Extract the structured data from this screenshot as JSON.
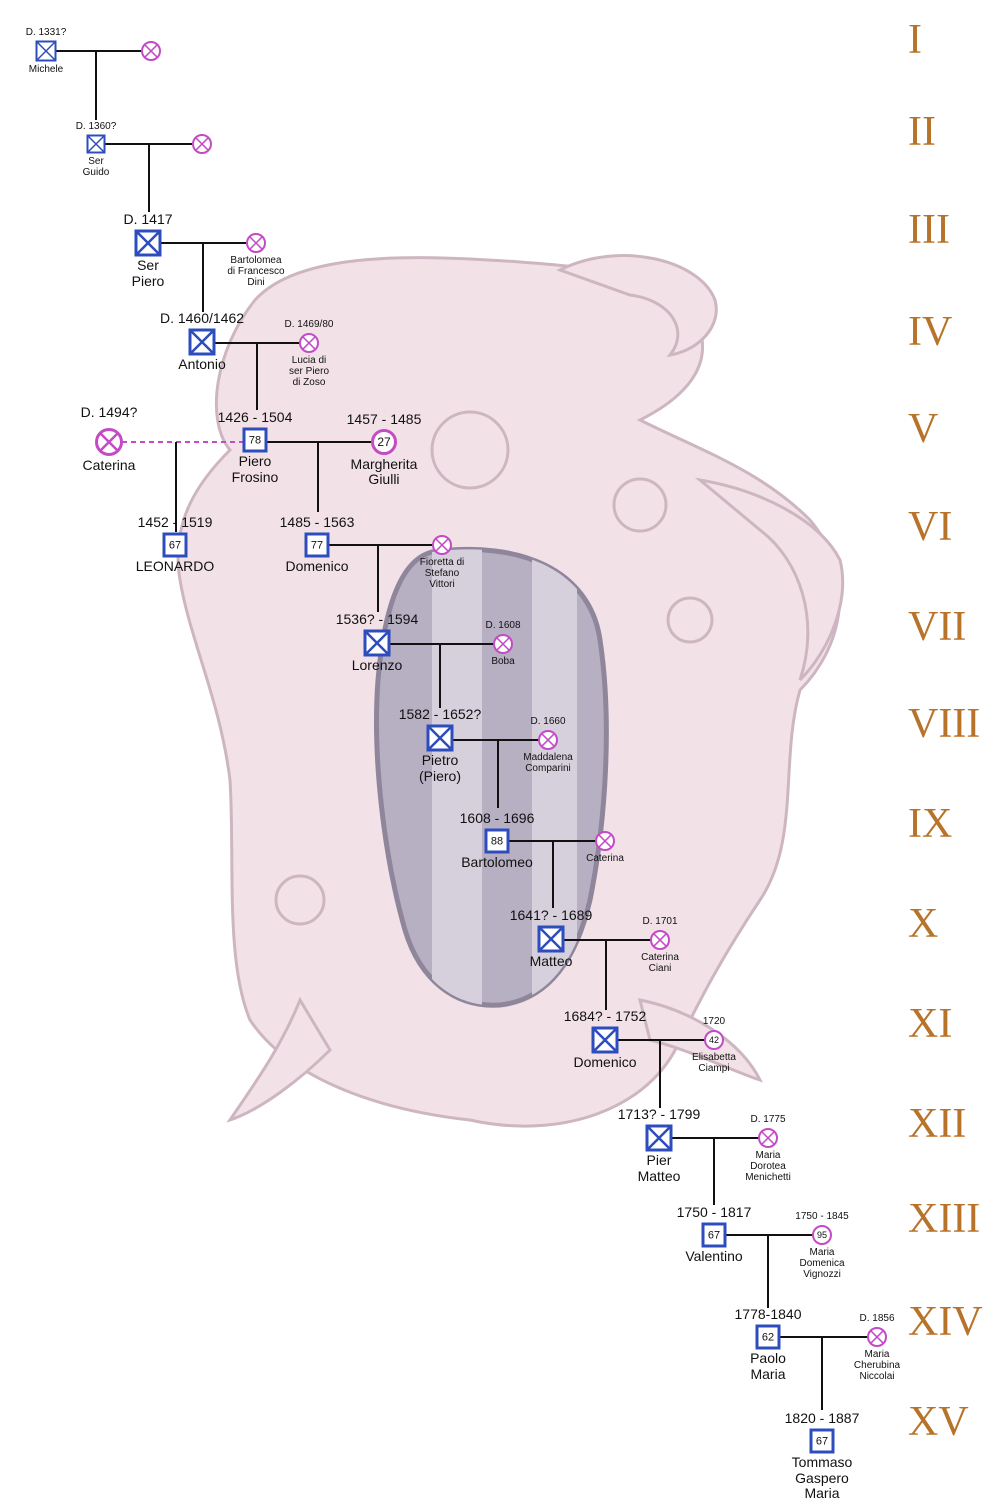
{
  "colors": {
    "male": "#2e4dbd",
    "female": "#c34bc6",
    "generation": "#b8732a",
    "line": "#111111",
    "crest_fill": "#f2e2e8",
    "crest_stroke": "#cdb6c1",
    "shield": "#b7afc2",
    "shield_stripe": "#d6cfdc"
  },
  "generations": [
    "I",
    "II",
    "III",
    "IV",
    "V",
    "VI",
    "VII",
    "VIII",
    "IX",
    "X",
    "XI",
    "XII",
    "XIII",
    "XIV",
    "XV"
  ],
  "people": [
    {
      "id": "michele",
      "sex": "m",
      "top": "D. 1331?",
      "name": "Michele",
      "age": ""
    },
    {
      "id": "w1",
      "sex": "f",
      "top": "",
      "name": "",
      "age": ""
    },
    {
      "id": "serguido",
      "sex": "m",
      "top": "D. 1360?",
      "name": "Ser\nGuido",
      "age": ""
    },
    {
      "id": "w2",
      "sex": "f",
      "top": "",
      "name": "",
      "age": ""
    },
    {
      "id": "serpiero",
      "sex": "m",
      "top": "D. 1417",
      "name": "Ser\nPiero",
      "age": ""
    },
    {
      "id": "bartolomea",
      "sex": "f",
      "top": "",
      "name": "Bartolomea\ndi Francesco\nDini",
      "age": ""
    },
    {
      "id": "antonio",
      "sex": "m",
      "top": "D. 1460/1462",
      "name": "Antonio",
      "age": ""
    },
    {
      "id": "lucia",
      "sex": "f",
      "top": "D. 1469/80",
      "name": "Lucia di\nser Piero\ndi Zoso",
      "age": ""
    },
    {
      "id": "caterina_v",
      "sex": "f",
      "top": "D. 1494?",
      "name": "Caterina",
      "age": ""
    },
    {
      "id": "pierofrosino",
      "sex": "m",
      "top": "1426 - 1504",
      "name": "Piero\nFrosino",
      "age": "78"
    },
    {
      "id": "margherita",
      "sex": "f",
      "top": "1457 - 1485",
      "name": "Margherita\nGiulli",
      "age": "27"
    },
    {
      "id": "leonardo",
      "sex": "m",
      "top": "1452 - 1519",
      "name": "LEONARDO",
      "age": "67"
    },
    {
      "id": "domenico_vi",
      "sex": "m",
      "top": "1485 - 1563",
      "name": "Domenico",
      "age": "77"
    },
    {
      "id": "fioretta",
      "sex": "f",
      "top": "",
      "name": "Fioretta di\nStefano\nVittori",
      "age": ""
    },
    {
      "id": "lorenzo",
      "sex": "m",
      "top": "1536? - 1594",
      "name": "Lorenzo",
      "age": ""
    },
    {
      "id": "boba",
      "sex": "f",
      "top": "D. 1608",
      "name": "Boba",
      "age": ""
    },
    {
      "id": "pietro",
      "sex": "m",
      "top": "1582 - 1652?",
      "name": "Pietro\n(Piero)",
      "age": ""
    },
    {
      "id": "maddalena",
      "sex": "f",
      "top": "D. 1660",
      "name": "Maddalena\nComparini",
      "age": ""
    },
    {
      "id": "bartolomeo",
      "sex": "m",
      "top": "1608 - 1696",
      "name": "Bartolomeo",
      "age": "88"
    },
    {
      "id": "caterina_ix",
      "sex": "f",
      "top": "",
      "name": "Caterina",
      "age": ""
    },
    {
      "id": "matteo",
      "sex": "m",
      "top": "1641? - 1689",
      "name": "Matteo",
      "age": ""
    },
    {
      "id": "caterinaciani",
      "sex": "f",
      "top": "D. 1701",
      "name": "Caterina\nCiani",
      "age": ""
    },
    {
      "id": "domenico_xi",
      "sex": "m",
      "top": "1684? - 1752",
      "name": "Domenico",
      "age": ""
    },
    {
      "id": "elisabetta",
      "sex": "f",
      "top": "1720",
      "name": "Elisabetta\nCiampi",
      "age": "42"
    },
    {
      "id": "piermatteo",
      "sex": "m",
      "top": "1713? - 1799",
      "name": "Pier\nMatteo",
      "age": ""
    },
    {
      "id": "mariadorotea",
      "sex": "f",
      "top": "D. 1775",
      "name": "Maria\nDorotea\nMenichetti",
      "age": ""
    },
    {
      "id": "valentino",
      "sex": "m",
      "top": "1750 - 1817",
      "name": "Valentino",
      "age": "67"
    },
    {
      "id": "mariadomenica",
      "sex": "f",
      "top": "1750 - 1845",
      "name": "Maria\nDomenica\nVignozzi",
      "age": "95"
    },
    {
      "id": "paolomaria",
      "sex": "m",
      "top": "1778-1840",
      "name": "Paolo\nMaria",
      "age": "62"
    },
    {
      "id": "mariacherubina",
      "sex": "f",
      "top": "D. 1856",
      "name": "Maria\nCherubina\nNiccolai",
      "age": ""
    },
    {
      "id": "tommaso",
      "sex": "m",
      "top": "1820 - 1887",
      "name": "Tommaso\nGaspero\nMaria",
      "age": "67"
    }
  ]
}
